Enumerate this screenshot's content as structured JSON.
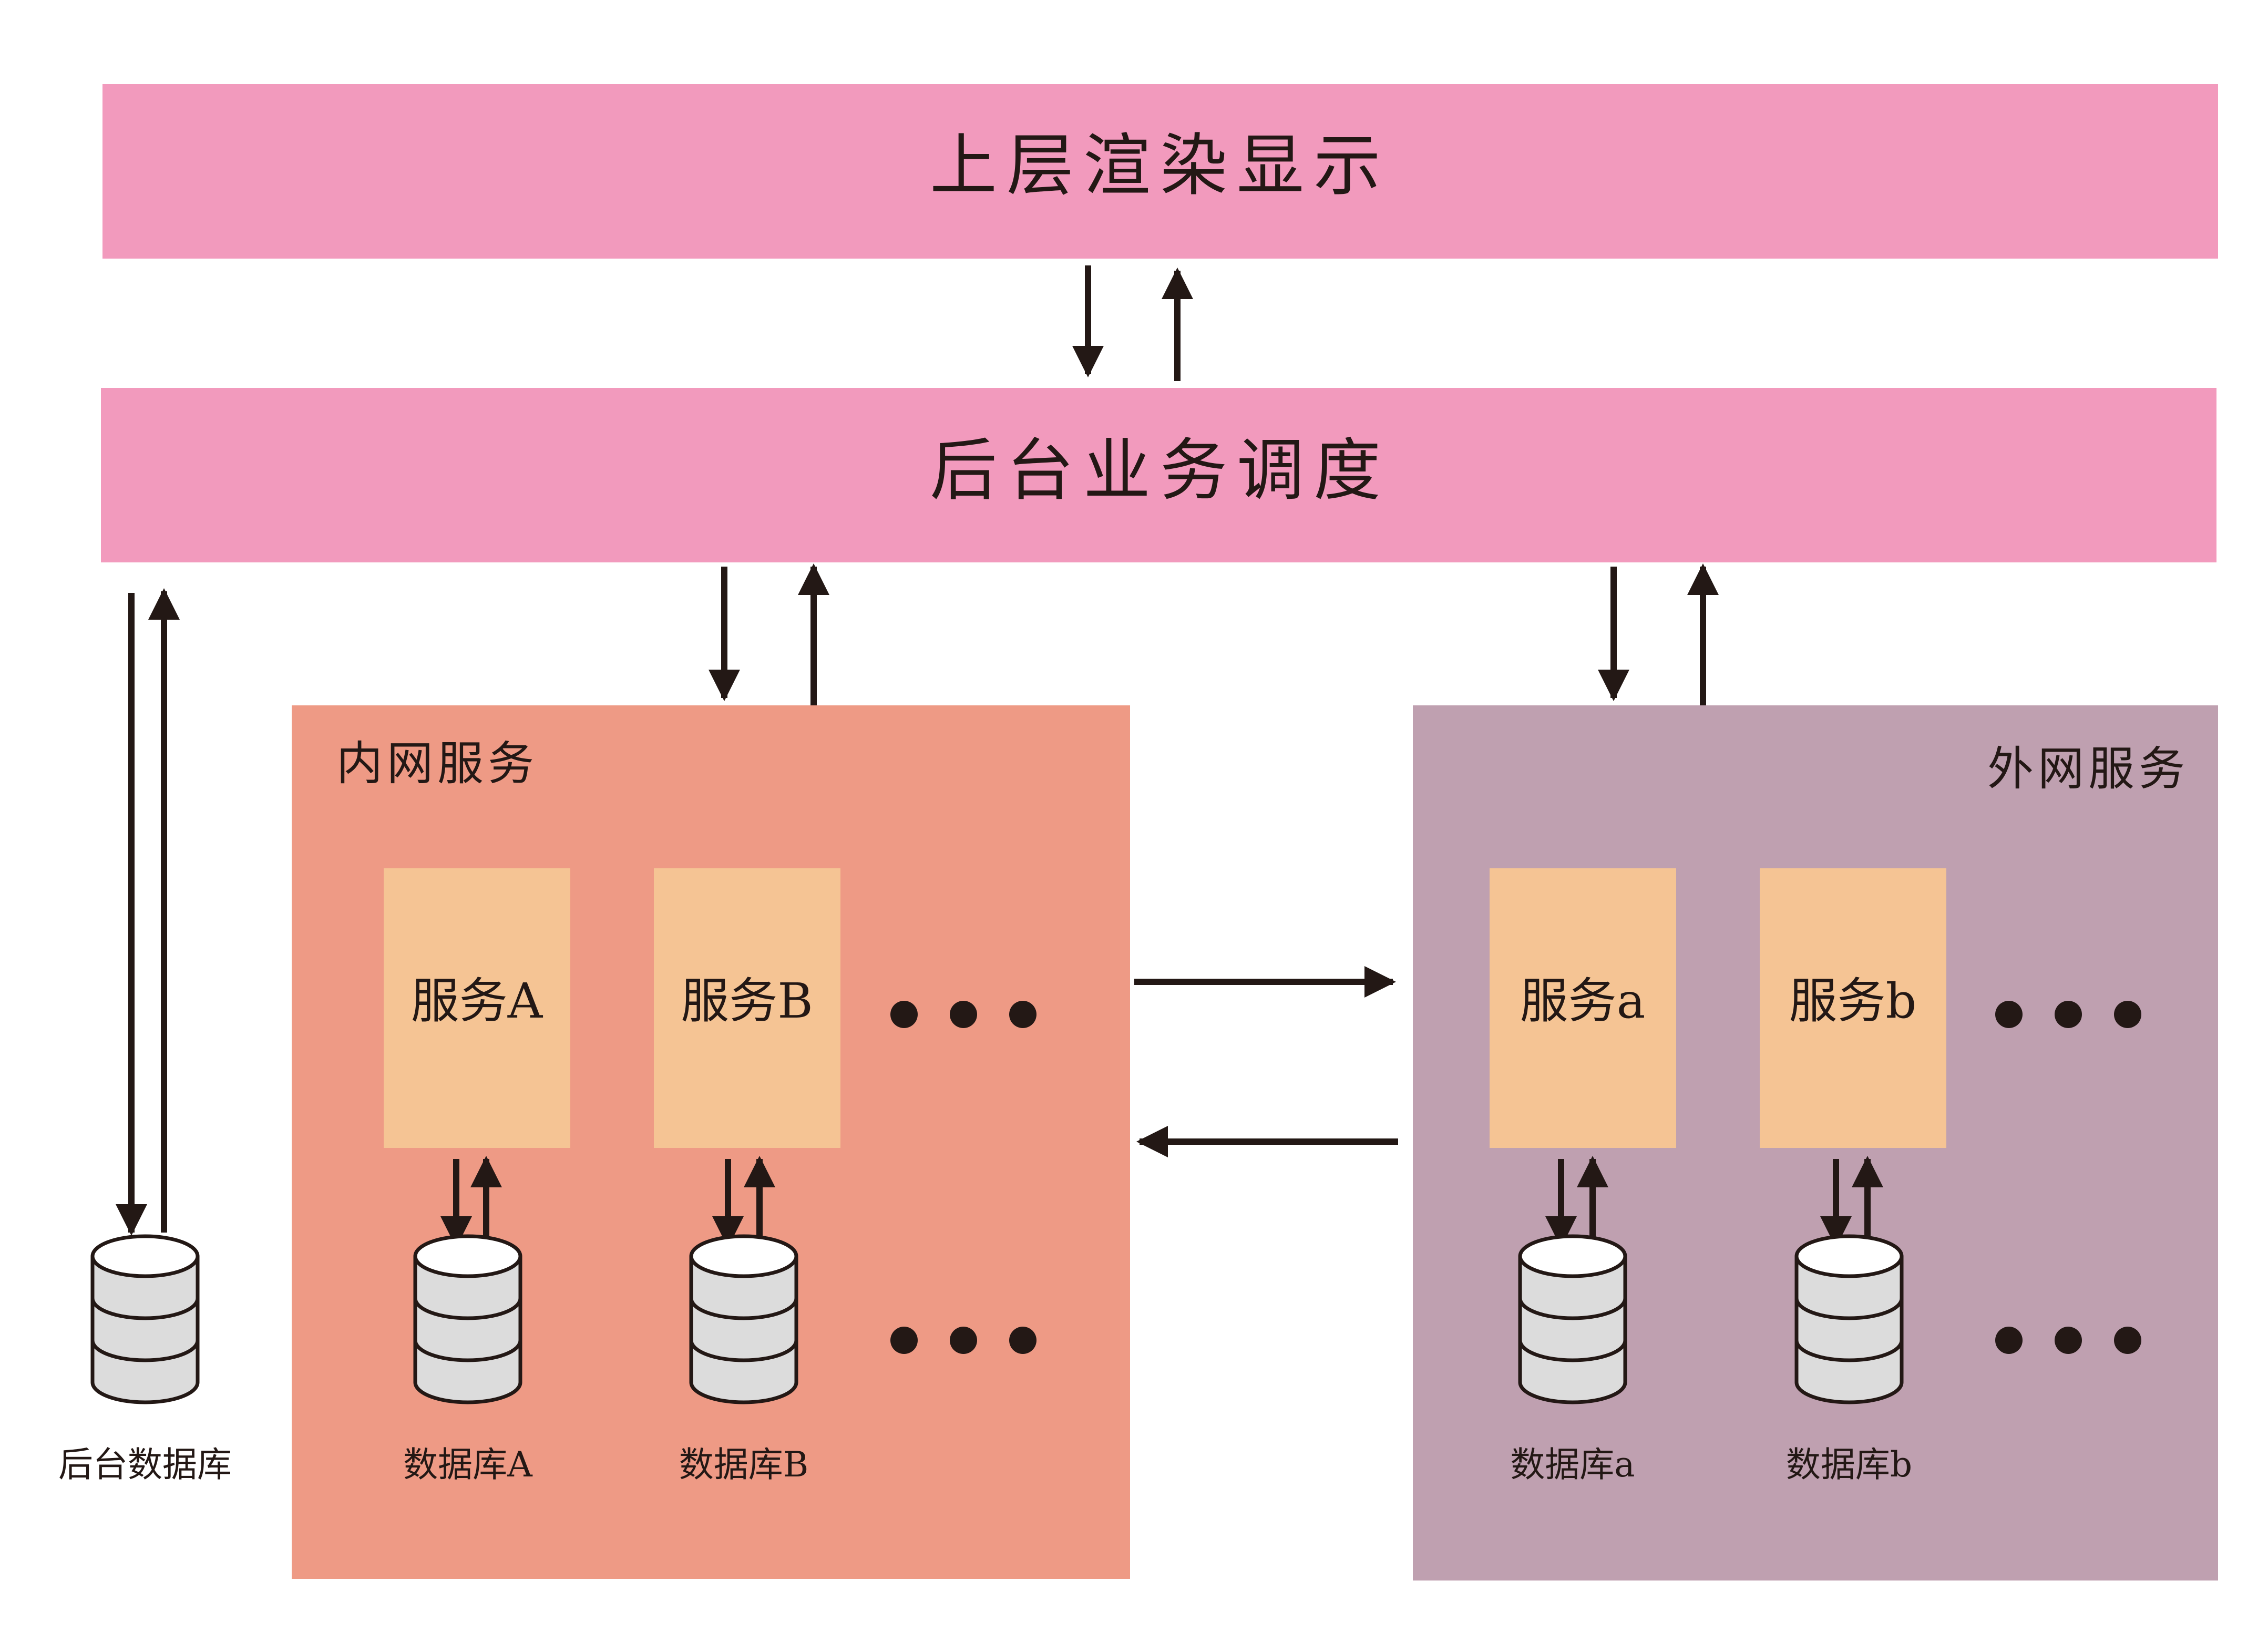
{
  "layers": {
    "top": "上层渲染显示",
    "middle": "后台业务调度"
  },
  "backend_db": "后台数据库",
  "intranet": {
    "title": "内网服务",
    "services": [
      "服务A",
      "服务B"
    ],
    "databases": [
      "数据库A",
      "数据库B"
    ]
  },
  "extranet": {
    "title": "外网服务",
    "services": [
      "服务a",
      "服务b"
    ],
    "databases": [
      "数据库a",
      "数据库b"
    ]
  },
  "colors": {
    "layer_bar": "#f29abd",
    "intranet_panel": "#ee9a85",
    "extranet_panel": "#bfa0b0",
    "service_box": "#f5c494",
    "db_fill": "#dcdcdc",
    "stroke": "#231815"
  }
}
